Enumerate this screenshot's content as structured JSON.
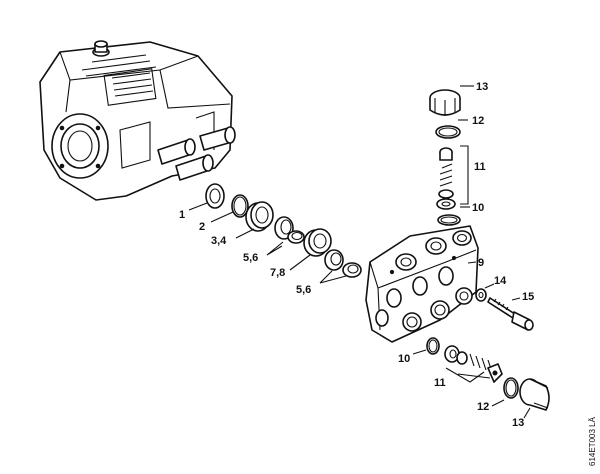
{
  "callouts": {
    "c1": "1",
    "c2": "2",
    "c3_4": "3,4",
    "c5_6_a": "5,6",
    "c7_8": "7,8",
    "c5_6_b": "5,6",
    "c9": "9",
    "c10_top": "10",
    "c10_bottom": "10",
    "c11_top": "11",
    "c11_bottom": "11",
    "c12_top": "12",
    "c12_bottom": "12",
    "c13_top": "13",
    "c13_bottom": "13",
    "c14": "14",
    "c15": "15"
  },
  "reference_code": "614ET003 LÄ"
}
